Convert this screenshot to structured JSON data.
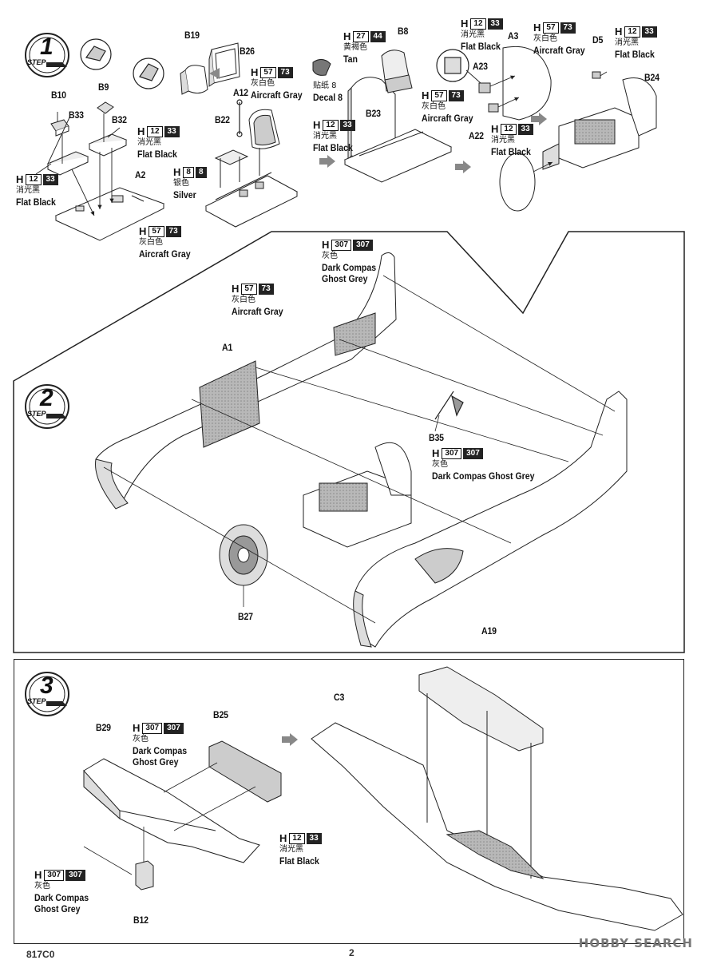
{
  "steps": [
    {
      "number": "1",
      "label": "STEP"
    },
    {
      "number": "2",
      "label": "STEP"
    },
    {
      "number": "3",
      "label": "STEP"
    }
  ],
  "parts": {
    "b10": "B10",
    "b33": "B33",
    "b9": "B9",
    "b32": "B32",
    "a2": "A2",
    "b19": "B19",
    "b26": "B26",
    "a12": "A12",
    "b22": "B22",
    "b8": "B8",
    "b23": "B23",
    "a3": "A3",
    "a23": "A23",
    "a22": "A22",
    "d5": "D5",
    "b24": "B24",
    "a1": "A1",
    "b35": "B35",
    "b27": "B27",
    "a19": "A19",
    "b29": "B29",
    "b25": "B25",
    "b12": "B12",
    "c3": "C3"
  },
  "paints": {
    "flat_black": {
      "h": "H",
      "num": "12",
      "ref": "33",
      "cn": "消光黑",
      "en": "Flat Black"
    },
    "aircraft_gray": {
      "h": "H",
      "num": "57",
      "ref": "73",
      "cn": "灰白色",
      "en": "Aircraft Gray"
    },
    "silver": {
      "h": "H",
      "num": "8",
      "ref": "8",
      "cn": "银色",
      "en": "Silver"
    },
    "tan": {
      "h": "H",
      "num": "27",
      "ref": "44",
      "cn": "黄褐色",
      "en": "Tan"
    },
    "ghost_grey": {
      "h": "H",
      "num": "307",
      "ref": "307",
      "cn": "灰色",
      "en": "Dark Compas Ghost Grey",
      "en1": "Dark Compas",
      "en2": "Ghost Grey"
    }
  },
  "decal": {
    "cn": "贴纸 8",
    "en": "Decal 8"
  },
  "footer": {
    "code": "817C0",
    "page": "2"
  },
  "watermark": "HOBBY SEARCH",
  "colors": {
    "ink": "#222222",
    "shade": "#9a9a9a",
    "arrow_gray": "#888888"
  }
}
